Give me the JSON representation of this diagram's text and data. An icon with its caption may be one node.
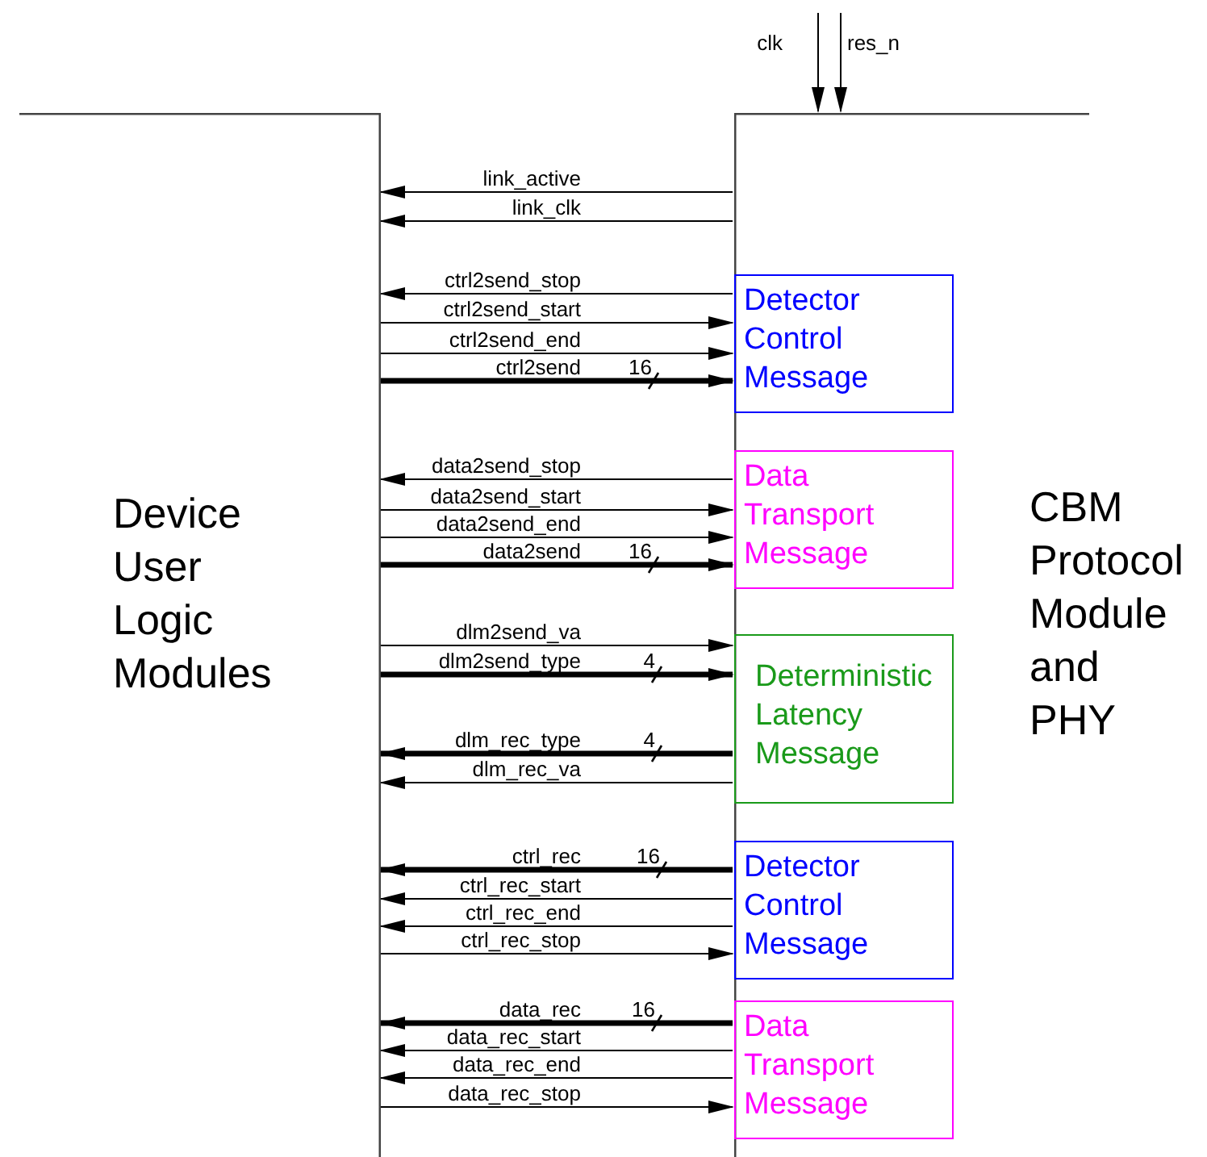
{
  "diagram": {
    "nodes": [
      {
        "text": [
          "Device User Logic Modules"
        ]
      },
      {
        "text": [
          "CBM Protocol Module and PHY"
        ]
      },
      {
        "text": [
          "Detector Control Message"
        ],
        "in": 1
      },
      {
        "text": [
          "Data Transport Message"
        ],
        "in": 1
      },
      {
        "text": [
          "Deterministic Latency Message"
        ],
        "in": 1
      },
      {
        "text": [
          "Detector Control Message"
        ],
        "in": 1
      },
      {
        "text": [
          "Data Transport Message"
        ],
        "in": 1
      }
    ],
    "edges": [
      {
        "from": 1,
        "to": 0,
        "arrow": "to",
        "label": "link_active"
      },
      {
        "from": 1,
        "to": 0,
        "arrow": "to",
        "label": "link_clk"
      },
      {
        "from": 2,
        "to": 0,
        "arrow": "to",
        "label": "ctrl2send_stop"
      },
      {
        "from": 0,
        "to": 2,
        "arrow": "to",
        "label": "ctrl2send_start"
      },
      {
        "from": 0,
        "to": 2,
        "arrow": "to",
        "label": "ctrl2send_end"
      },
      {
        "from": 0,
        "to": 2,
        "arrow": "to",
        "label": "ctrl2send",
        "style": "thick"
      },
      {
        "from": 3,
        "to": 0,
        "arrow": "to",
        "label": "data2send_stop"
      },
      {
        "from": 0,
        "to": 3,
        "arrow": "to",
        "label": "data2send_start"
      },
      {
        "from": 0,
        "to": 3,
        "arrow": "to",
        "label": "data2send_end"
      },
      {
        "from": 0,
        "to": 3,
        "arrow": "to",
        "label": "data2send",
        "style": "thick"
      },
      {
        "from": 0,
        "to": 4,
        "arrow": "to",
        "label": "dlm2send_va"
      },
      {
        "from": 0,
        "to": 4,
        "arrow": "to",
        "label": "dlm2send_type",
        "style": "thick"
      },
      {
        "from": 4,
        "to": 0,
        "arrow": "to",
        "label": "dlm_rec_type",
        "style": "thick"
      },
      {
        "from": 4,
        "to": 0,
        "arrow": "to",
        "label": "dlm_rec_va"
      },
      {
        "from": 5,
        "to": 0,
        "arrow": "to",
        "label": "ctrl_rec",
        "style": "thick"
      },
      {
        "from": 5,
        "to": 0,
        "arrow": "to",
        "label": "ctrl_rec_start"
      },
      {
        "from": 5,
        "to": 0,
        "arrow": "to",
        "label": "ctrl_rec_end"
      },
      {
        "from": 0,
        "to": 5,
        "arrow": "to",
        "label": "ctrl_rec_stop"
      },
      {
        "from": 6,
        "to": 0,
        "arrow": "to",
        "label": "data_rec",
        "style": "thick"
      },
      {
        "from": 6,
        "to": 0,
        "arrow": "to",
        "label": "data_rec_start"
      },
      {
        "from": 6,
        "to": 0,
        "arrow": "to",
        "label": "data_rec_end"
      },
      {
        "from": 0,
        "to": 6,
        "arrow": "to",
        "label": "data_rec_stop"
      },
      {
        "from": null,
        "to": 1,
        "arrow": "to",
        "label": "clk"
      },
      {
        "from": null,
        "to": 1,
        "arrow": "to",
        "label": "res_n"
      }
    ],
    "labels": [
      "16",
      "16",
      "4",
      "4",
      "16",
      "16"
    ]
  }
}
